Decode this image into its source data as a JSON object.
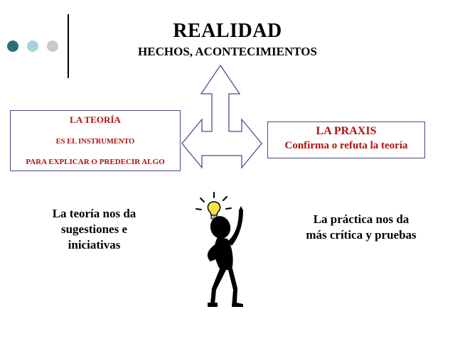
{
  "header": {
    "title": "REALIDAD",
    "subtitle": "HECHOS, ACONTECIMIENTOS"
  },
  "decor": {
    "dot_colors": [
      "#2e6f77",
      "#a7d4d8",
      "#c9c9c9"
    ]
  },
  "teoria_box": {
    "title": "LA TEORÍA",
    "line1": "ES  EL INSTRUMENTO",
    "line2": "PARA EXPLICAR O PREDECIR ALGO"
  },
  "praxis_box": {
    "title": "LA PRAXIS",
    "line1": "Confirma o refuta la teoría"
  },
  "left_text": {
    "line1": "La teoría nos da",
    "line2": "sugestiones e",
    "line3": "iniciativas"
  },
  "right_text": {
    "line1": "La práctica nos da",
    "line2": "más crítica y pruebas"
  },
  "colors": {
    "accent_text": "#b01010",
    "box_border": "#4b4b8c",
    "bulb": "#f2e34a"
  },
  "icons": {
    "figure": "thinking-stick-figure-icon",
    "bulb": "lightbulb-icon"
  }
}
